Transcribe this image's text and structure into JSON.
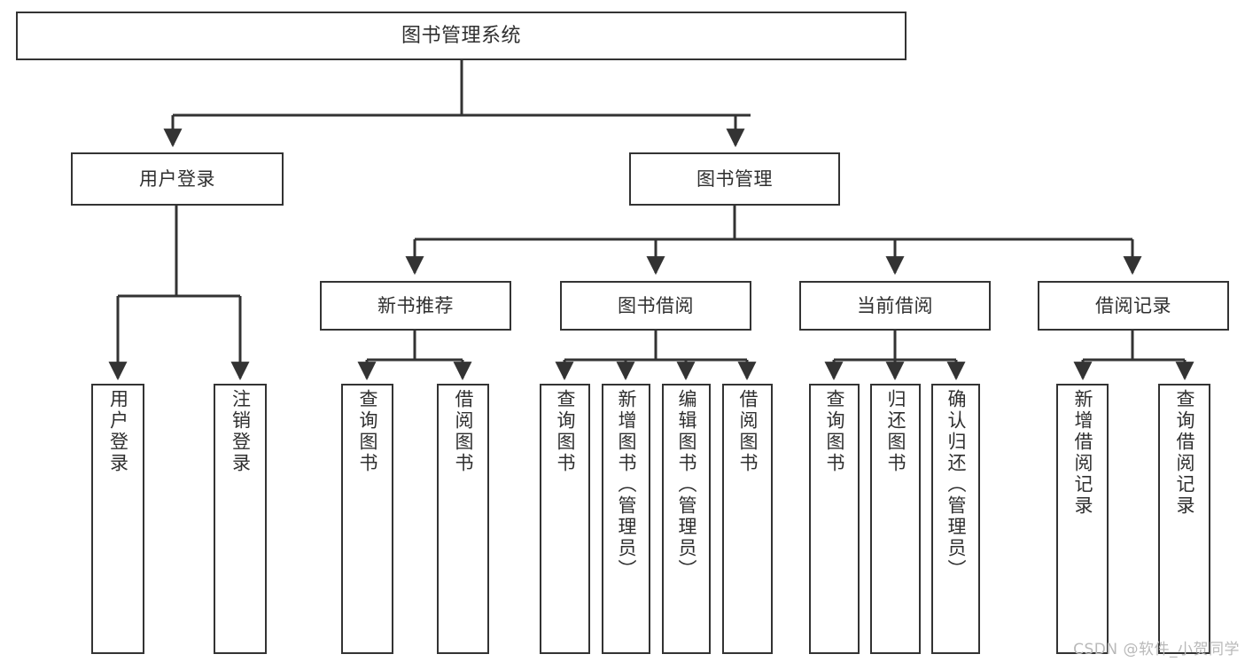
{
  "diagram": {
    "title": "图书管理系统",
    "stroke_color": "#333333",
    "text_color": "#2f2f2f",
    "background_color": "#ffffff",
    "watermark": "CSDN @软件_小贺同学",
    "nodes": {
      "root": {
        "label": "图书管理系统"
      },
      "level1": [
        {
          "label": "用户登录"
        },
        {
          "label": "图书管理"
        }
      ],
      "level2": [
        {
          "label": "新书推荐"
        },
        {
          "label": "图书借阅"
        },
        {
          "label": "当前借阅"
        },
        {
          "label": "借阅记录"
        }
      ],
      "leaves": {
        "user_login": [
          {
            "label": "用户登录"
          },
          {
            "label": "注销登录"
          }
        ],
        "new_book_recommend": [
          {
            "label": "查询图书"
          },
          {
            "label": "借阅图书"
          }
        ],
        "book_borrow": [
          {
            "label": "查询图书"
          },
          {
            "label": "新增图书（管理员）"
          },
          {
            "label": "编辑图书（管理员）"
          },
          {
            "label": "借阅图书"
          }
        ],
        "current_borrow": [
          {
            "label": "查询图书"
          },
          {
            "label": "归还图书"
          },
          {
            "label": "确认归还（管理员）"
          }
        ],
        "borrow_record": [
          {
            "label": "新增借阅记录"
          },
          {
            "label": "查询借阅记录"
          }
        ]
      }
    }
  }
}
